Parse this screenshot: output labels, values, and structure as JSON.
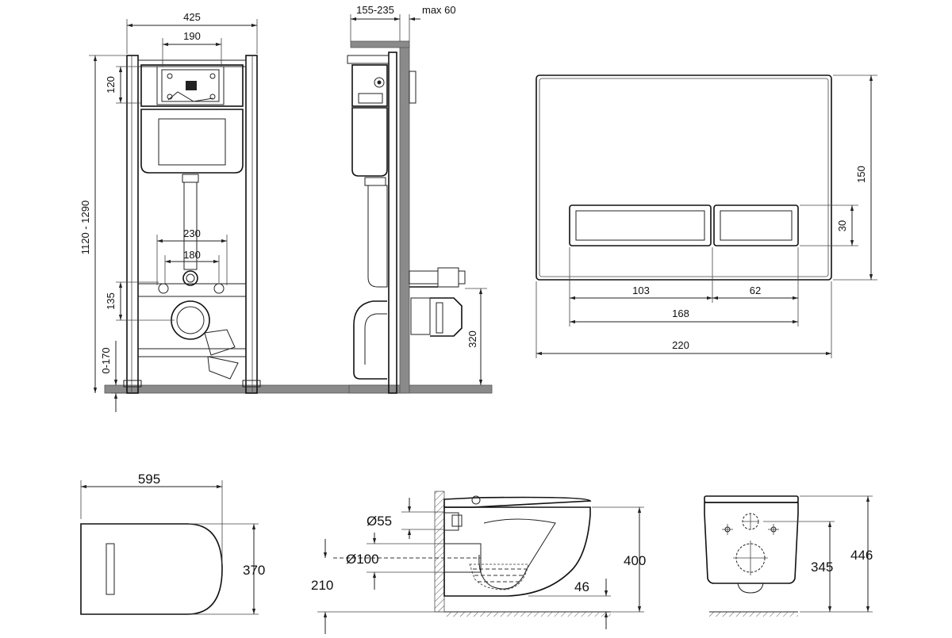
{
  "diagram": {
    "frame_front": {
      "width": "425",
      "plate_width": "190",
      "plate_height": "120",
      "height_range": "1120 - 1290",
      "stud_spacing_outer": "230",
      "stud_spacing_inner": "180",
      "drain_height": "135",
      "leg_adjust": "0-170"
    },
    "frame_side": {
      "depth_range": "155-235",
      "wall_max": "max 60",
      "drain_height": "320"
    },
    "button_plate": {
      "height": "150",
      "button_height": "30",
      "left_button": "103",
      "right_button": "62",
      "buttons_total": "168",
      "width": "220"
    },
    "bowl_top": {
      "length": "595",
      "width": "370"
    },
    "bowl_side": {
      "inlet_diameter": "Ø55",
      "outlet_diameter": "Ø100",
      "outlet_height": "210",
      "height": "400",
      "water_depth": "46"
    },
    "bowl_front": {
      "height_inner": "345",
      "height_total": "446"
    }
  }
}
